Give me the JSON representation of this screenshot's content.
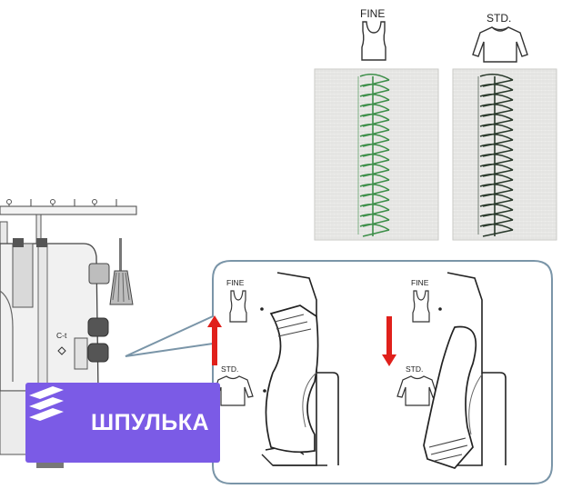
{
  "stitch_samples": {
    "fine": {
      "label": "FINE",
      "thread_color": "#3e8f4a"
    },
    "standard": {
      "label": "STD.",
      "thread_color": "#2a3a2c"
    }
  },
  "lever_panel": {
    "left": {
      "fine_label": "FINE",
      "std_label": "STD.",
      "arrow": "up",
      "arrow_color": "#e0201b"
    },
    "right": {
      "fine_label": "FINE",
      "std_label": "STD.",
      "arrow": "down",
      "arrow_color": "#e0201b"
    }
  },
  "machine": {
    "dial_text": "C-t"
  },
  "watermark": {
    "text": "ШПУЛЬКА",
    "background": "#7b5be6"
  },
  "colors": {
    "callout_border": "#7a95a8"
  }
}
